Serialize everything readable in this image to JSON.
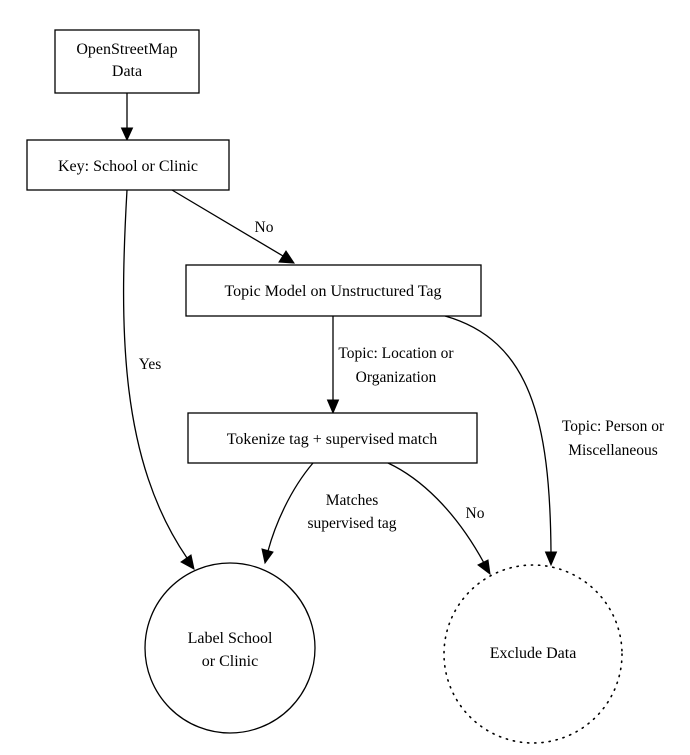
{
  "nodes": {
    "osm": {
      "lines": [
        "OpenStreetMap",
        "Data"
      ]
    },
    "key": {
      "lines": [
        "Key: School or Clinic"
      ]
    },
    "topic_model": {
      "lines": [
        "Topic Model on Unstructured Tag"
      ]
    },
    "tokenize": {
      "lines": [
        "Tokenize tag + supervised match"
      ]
    },
    "label": {
      "lines": [
        "Label School",
        "or Clinic"
      ]
    },
    "exclude": {
      "lines": [
        "Exclude Data"
      ]
    }
  },
  "edges": {
    "key_no": {
      "lines": [
        "No"
      ]
    },
    "key_yes": {
      "lines": [
        "Yes"
      ]
    },
    "topic_loc_org": {
      "lines": [
        "Topic: Location or",
        "Organization"
      ]
    },
    "topic_person_misc": {
      "lines": [
        "Topic: Person or",
        "Miscellaneous"
      ]
    },
    "matches": {
      "lines": [
        "Matches",
        "supervised tag"
      ]
    },
    "tokenize_no": {
      "lines": [
        "No"
      ]
    }
  }
}
